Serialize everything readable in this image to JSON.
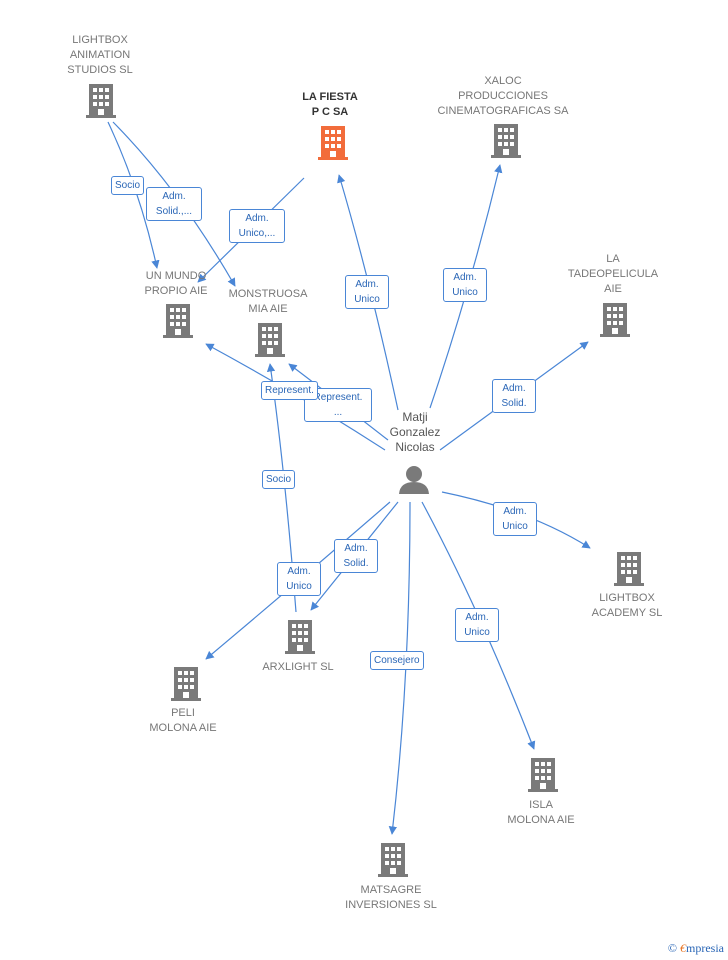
{
  "colors": {
    "edge": "#4a86d6",
    "building": "#7a7a7a",
    "focus_building": "#f26c3b",
    "person": "#7a7a7a"
  },
  "person": {
    "label": "Matji\nGonzalez\nNicolas",
    "icon": "person-icon"
  },
  "companies": [
    {
      "id": "lightbox-animation",
      "label": "LIGHTBOX\nANIMATION\nSTUDIOS  SL",
      "icon": "building-icon"
    },
    {
      "id": "la-fiesta",
      "label": "LA FIESTA\nP C SA",
      "icon": "building-icon",
      "focus": true
    },
    {
      "id": "xaloc",
      "label": "XALOC\nPRODUCCIONES\nCINEMATOGRAFICAS SA",
      "icon": "building-icon"
    },
    {
      "id": "la-tadeopelicula",
      "label": "LA\nTADEOPELICULA\nAIE",
      "icon": "building-icon"
    },
    {
      "id": "un-mundo",
      "label": "UN MUNDO\nPROPIO AIE",
      "icon": "building-icon"
    },
    {
      "id": "monstruosa",
      "label": "MONSTRUOSA\nMIA AIE",
      "icon": "building-icon"
    },
    {
      "id": "lightbox-academy",
      "label": "LIGHTBOX\nACADEMY  SL",
      "icon": "building-icon"
    },
    {
      "id": "arxlight",
      "label": "ARXLIGHT  SL",
      "icon": "building-icon"
    },
    {
      "id": "peli-molona",
      "label": "PELI\nMOLONA AIE",
      "icon": "building-icon"
    },
    {
      "id": "isla-molona",
      "label": "ISLA\nMOLONA AIE",
      "icon": "building-icon"
    },
    {
      "id": "matsagre",
      "label": "MATSAGRE\nINVERSIONES SL",
      "icon": "building-icon"
    }
  ],
  "edges": [
    {
      "id": "e-socio-1",
      "label": "Socio"
    },
    {
      "id": "e-adm-solid-1",
      "label": "Adm.\nSolid.,..."
    },
    {
      "id": "e-adm-unico-1",
      "label": "Adm.\nUnico,..."
    },
    {
      "id": "e-adm-unico-fiesta",
      "label": "Adm.\nUnico"
    },
    {
      "id": "e-adm-unico-xaloc",
      "label": "Adm.\nUnico"
    },
    {
      "id": "e-adm-solid-tadeo",
      "label": "Adm.\nSolid."
    },
    {
      "id": "e-represent-1",
      "label": "Represent."
    },
    {
      "id": "e-represent-2",
      "label": "Represent.\n..."
    },
    {
      "id": "e-socio-2",
      "label": "Socio"
    },
    {
      "id": "e-adm-unico-academy",
      "label": "Adm.\nUnico"
    },
    {
      "id": "e-adm-solid-arx",
      "label": "Adm.\nSolid."
    },
    {
      "id": "e-adm-unico-peli",
      "label": "Adm.\nUnico"
    },
    {
      "id": "e-adm-unico-isla",
      "label": "Adm.\nUnico"
    },
    {
      "id": "e-consejero",
      "label": "Consejero"
    }
  ],
  "footer": {
    "copyright": "©",
    "brand_initial": "€",
    "brand_rest": "mpresia"
  }
}
